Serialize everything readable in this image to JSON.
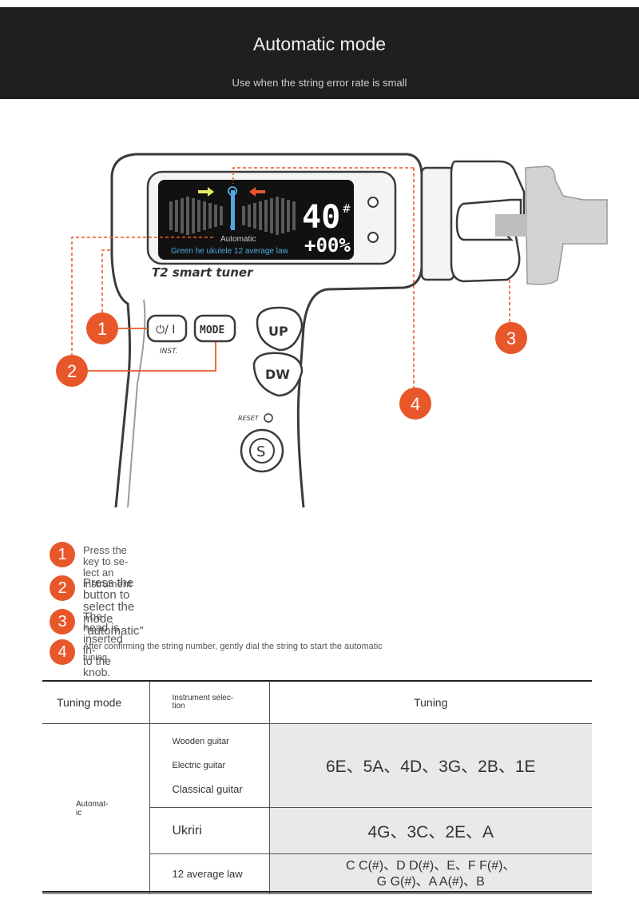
{
  "header": {
    "title": "Automatic mode",
    "subtitle": "Use when the string error rate is small"
  },
  "device": {
    "display_reading": "40",
    "display_sharp": "#",
    "display_percent": "+00%",
    "display_mode": "Automatic",
    "display_instrument": "Green he ukulele 12 average law",
    "brand": "T2 smart tuner",
    "power_button": "⏻/ I",
    "inst_label": "INST.",
    "mode_button": "MODE",
    "up_button": "UP",
    "down_button": "DW",
    "reset_label": "RESET",
    "s_button": "S",
    "callouts": [
      "1",
      "2",
      "3",
      "4"
    ]
  },
  "legend": [
    {
      "num": "1",
      "text_lines": [
        "Press the key to se-",
        "lect an instrument"
      ]
    },
    {
      "num": "2",
      "text_lines": [
        "Press the button to select the",
        "mode \"automatic\""
      ]
    },
    {
      "num": "3",
      "text_lines": [
        "The head is inserted in-",
        "to the knob."
      ]
    },
    {
      "num": "4",
      "text_lines": [
        "After confirming the string number, gently dial the string to start the automatic",
        "tuning."
      ]
    }
  ],
  "table": {
    "headers": {
      "mode": "Tuning mode",
      "instrument": "Instrument selec-",
      "instrument_2": "tion",
      "tuning": "Tuning"
    },
    "mode_cell": {
      "line1": "Automat-",
      "line2": "ic"
    },
    "rows": [
      {
        "instruments": [
          "Wooden guitar",
          "Electric guitar",
          "Classical guitar"
        ],
        "tuning_line1": "6E、5A、4D、3G、2B、1E",
        "tuning_line2": ""
      },
      {
        "instruments": [
          "Ukriri"
        ],
        "tuning_line1": "4G、3C、2E、A",
        "tuning_line2": ""
      },
      {
        "instruments": [
          "12 average law"
        ],
        "tuning_line1": "C C(#)、D D(#)、E、F F(#)、",
        "tuning_line2": "G G(#)、A A(#)、B"
      }
    ]
  },
  "colors": {
    "accent": "#e8572a",
    "header_bg": "#1f1f1f",
    "screen_bg": "#111111",
    "screen_blue": "#4fa8e0"
  }
}
